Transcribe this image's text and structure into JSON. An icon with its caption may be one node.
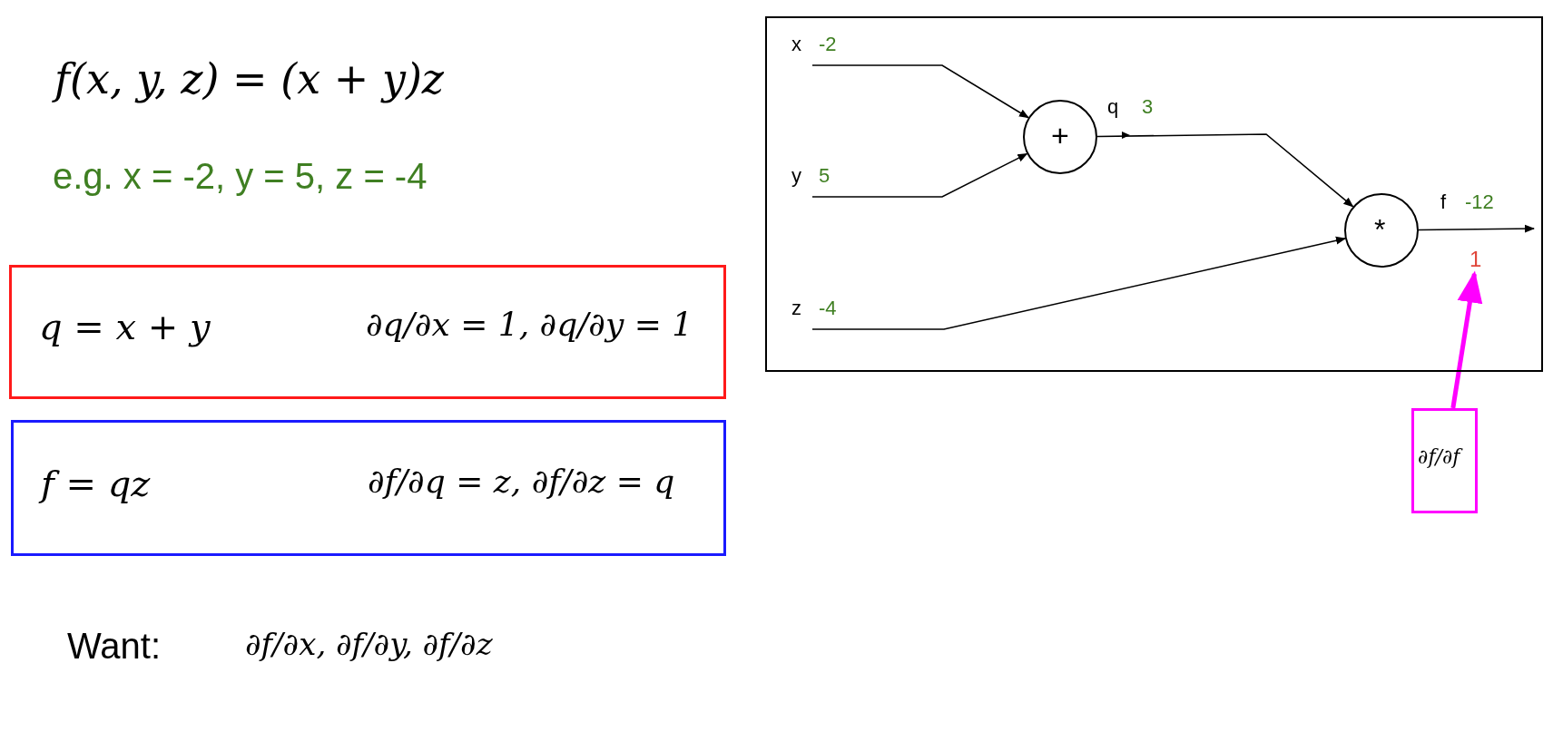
{
  "diagram": {
    "nodes": [
      {
        "text": [
          "q = x + y",
          "∂q/∂x = 1, ∂q/∂y = 1"
        ]
      },
      {
        "text": [
          "f = qz",
          "∂f/∂q = z, ∂f/∂z = q"
        ]
      },
      {
        "text": [],
        "shape": "box"
      },
      {
        "text": [
          "x",
          "-2"
        ],
        "in": 2
      },
      {
        "text": [
          "y",
          "5"
        ],
        "in": 2
      },
      {
        "text": [
          "z",
          "-4"
        ],
        "in": 2
      },
      {
        "text": [
          "+"
        ],
        "in": 2
      },
      {
        "text": [
          "*"
        ],
        "in": 2
      },
      {
        "text": [
          "1"
        ],
        "in": 2
      },
      {
        "text": [
          "∂f/∂f"
        ]
      }
    ],
    "edges": [
      {
        "from": 3,
        "to": 6,
        "arrow": "to"
      },
      {
        "from": 4,
        "to": 6,
        "arrow": "to"
      },
      {
        "from": 6,
        "to": 7,
        "arrow": "to"
      },
      {
        "from": 5,
        "to": 7,
        "arrow": "to"
      },
      {
        "from": 7,
        "to": null,
        "arrow": "to"
      },
      {
        "from": 9,
        "to": 8,
        "arrow": "to",
        "style": "thick",
        "color": "#ff00ff"
      }
    ],
    "labels": [
      "f(x, y, z) = (x + y)z",
      "e.g. x = -2, y = 5, z = -4",
      "q",
      "3",
      "f",
      "-12",
      "Want:",
      "∂f/∂x, ∂f/∂y, ∂f/∂z"
    ]
  }
}
